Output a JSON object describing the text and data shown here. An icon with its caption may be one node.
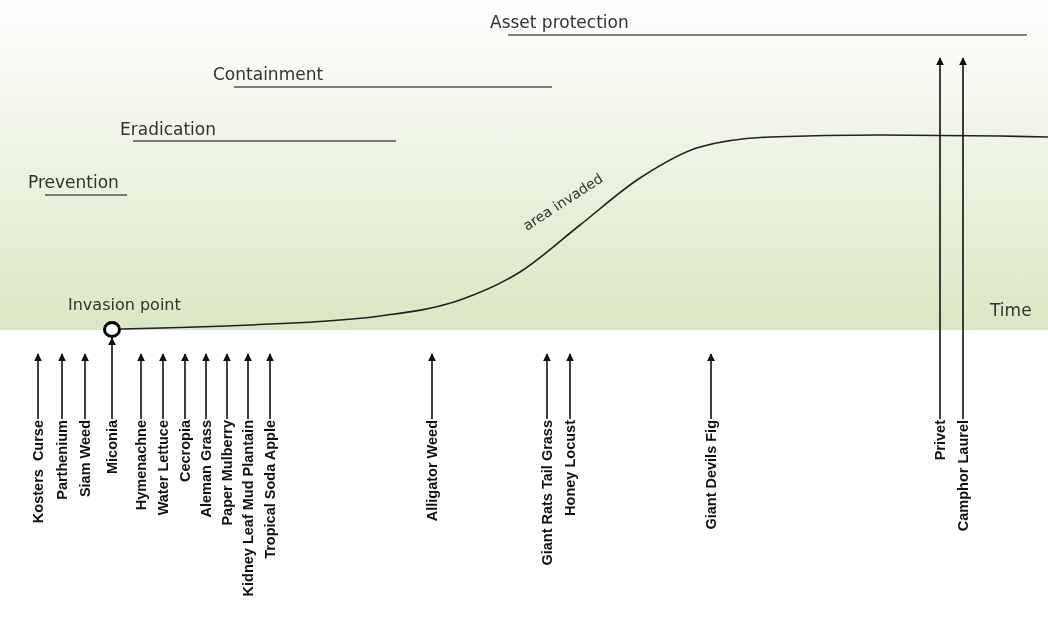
{
  "diagram": {
    "nodes": [
      {
        "text": [],
        "shape": "circle",
        "beside": [
          "Invasion point"
        ]
      },
      {
        "text": [
          "Kosters  Curse"
        ]
      },
      {
        "text": [
          "Parthenium"
        ]
      },
      {
        "text": [
          "Siam Weed"
        ]
      },
      {
        "text": [
          "Miconia"
        ]
      },
      {
        "text": [
          "Hymenachne"
        ]
      },
      {
        "text": [
          "Water Lettuce"
        ]
      },
      {
        "text": [
          "Cecropia"
        ]
      },
      {
        "text": [
          "Aleman Grass"
        ]
      },
      {
        "text": [
          "Paper Mulberry"
        ]
      },
      {
        "text": [
          "Kidney Leaf Mud Plantain"
        ]
      },
      {
        "text": [
          "Tropical Soda Apple"
        ]
      },
      {
        "text": [
          "Alligator Weed"
        ]
      },
      {
        "text": [
          "Giant Rats Tail Grass"
        ]
      },
      {
        "text": [
          "Honey Locust"
        ]
      },
      {
        "text": [
          "Giant Devils Fig"
        ]
      },
      {
        "text": [
          "Privet"
        ]
      },
      {
        "text": [
          "Camphor Laurel"
        ]
      }
    ],
    "edges": [
      {
        "from": 1,
        "to": null,
        "arrow": "to"
      },
      {
        "from": 2,
        "to": null,
        "arrow": "to"
      },
      {
        "from": 3,
        "to": null,
        "arrow": "to"
      },
      {
        "from": 4,
        "to": 0,
        "arrow": "to"
      },
      {
        "from": 5,
        "to": null,
        "arrow": "to"
      },
      {
        "from": 6,
        "to": null,
        "arrow": "to"
      },
      {
        "from": 7,
        "to": null,
        "arrow": "to"
      },
      {
        "from": 8,
        "to": null,
        "arrow": "to"
      },
      {
        "from": 9,
        "to": null,
        "arrow": "to"
      },
      {
        "from": 10,
        "to": null,
        "arrow": "to"
      },
      {
        "from": 11,
        "to": null,
        "arrow": "to"
      },
      {
        "from": 12,
        "to": null,
        "arrow": "to"
      },
      {
        "from": 13,
        "to": null,
        "arrow": "to"
      },
      {
        "from": 14,
        "to": null,
        "arrow": "to"
      },
      {
        "from": 15,
        "to": null,
        "arrow": "to"
      },
      {
        "from": 16,
        "to": null,
        "arrow": "to"
      },
      {
        "from": 17,
        "to": null,
        "arrow": "to"
      }
    ],
    "labels": [
      "Asset protection",
      "Containment",
      "Eradication",
      "Prevention",
      "area invaded",
      "Time"
    ]
  }
}
